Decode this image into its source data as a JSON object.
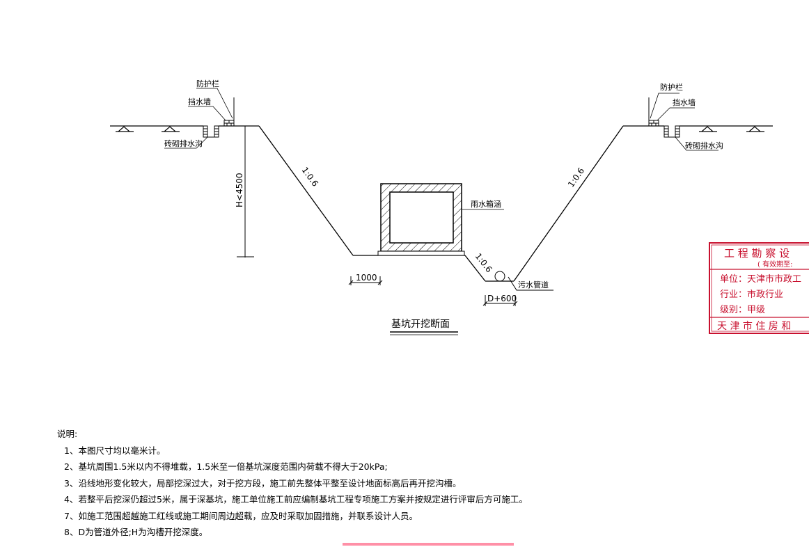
{
  "labels": {
    "guardrail": "防护栏",
    "retaining_wall": "挡水墙",
    "drain_ditch": "砖砌排水沟",
    "height": "H<4500",
    "slope": "1:0.6",
    "box_culvert": "雨水箱涵",
    "sewer_pipe": "污水管道",
    "width_1000": "1000",
    "pipe_width": "D+600",
    "section_title": "基坑开挖断面"
  },
  "stamp": {
    "title": "工 程 勘 察 设",
    "validity": "( 有效期至:",
    "unit": "单位：天津市市政工",
    "industry": "行业：市政行业",
    "grade": "级别：甲级",
    "issuer": "天 津 市 住 房 和"
  },
  "notes": {
    "title": "说明:",
    "items": [
      "1、本图尺寸均以毫米计。",
      "2、基坑周围1.5米以内不得堆载，1.5米至一倍基坑深度范围内荷载不得大于20kPa;",
      "3、沿线地形变化较大，局部挖深过大，对于挖方段，施工前先整体平整至设计地面标高后再开挖沟槽。",
      "4、若整平后挖深仍超过5米，属于深基坑，施工单位施工前应编制基坑工程专项施工方案并按规定进行评审后方可施工。",
      "7、如施工范围超越施工红线或施工期间周边超载，应及时采取加固措施，并联系设计人员。",
      "8、D为管道外径;H为沟槽开挖深度。"
    ]
  },
  "colors": {
    "line": "#000000",
    "stamp": "#c8102e",
    "mark": "#ff6b8a"
  }
}
